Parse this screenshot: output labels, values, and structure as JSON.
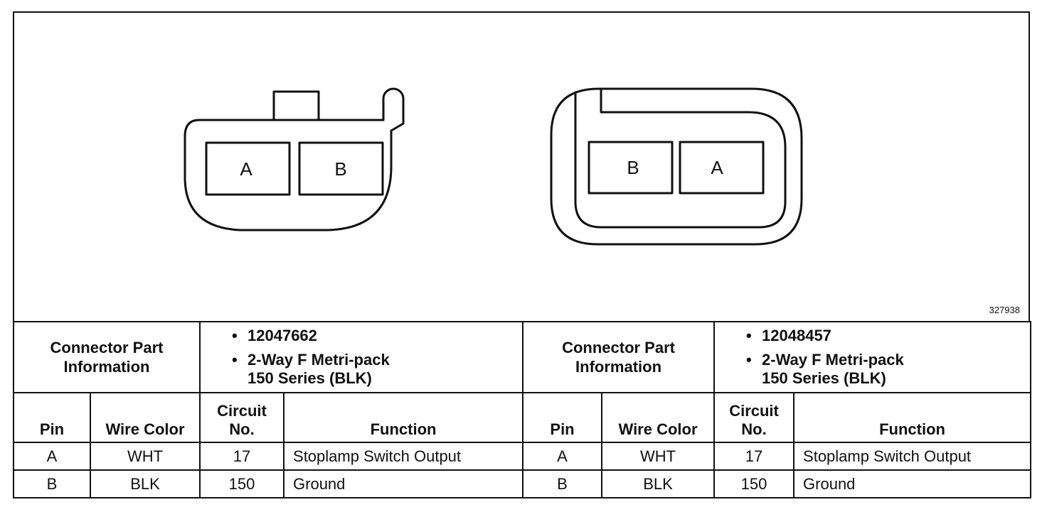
{
  "figure": {
    "id": "327938",
    "connector_left_pins": [
      "A",
      "B"
    ],
    "connector_right_pins": [
      "B",
      "A"
    ]
  },
  "left": {
    "header_line1": "Connector Part",
    "header_line2": "Information",
    "part_number": "12047662",
    "desc_line1": "2-Way F Metri-pack",
    "desc_line2": "150 Series (BLK)",
    "columns": {
      "pin": "Pin",
      "wire_color": "Wire Color",
      "circuit_line1": "Circuit",
      "circuit_line2": "No.",
      "function": "Function"
    },
    "rows": [
      {
        "pin": "A",
        "wire_color": "WHT",
        "circuit": "17",
        "function": "Stoplamp Switch Output"
      },
      {
        "pin": "B",
        "wire_color": "BLK",
        "circuit": "150",
        "function": "Ground"
      }
    ]
  },
  "right": {
    "header_line1": "Connector Part",
    "header_line2": "Information",
    "part_number": "12048457",
    "desc_line1": "2-Way F Metri-pack",
    "desc_line2": "150 Series (BLK)",
    "columns": {
      "pin": "Pin",
      "wire_color": "Wire Color",
      "circuit_line1": "Circuit",
      "circuit_line2": "No.",
      "function": "Function"
    },
    "rows": [
      {
        "pin": "A",
        "wire_color": "WHT",
        "circuit": "17",
        "function": "Stoplamp Switch Output"
      },
      {
        "pin": "B",
        "wire_color": "BLK",
        "circuit": "150",
        "function": "Ground"
      }
    ]
  }
}
